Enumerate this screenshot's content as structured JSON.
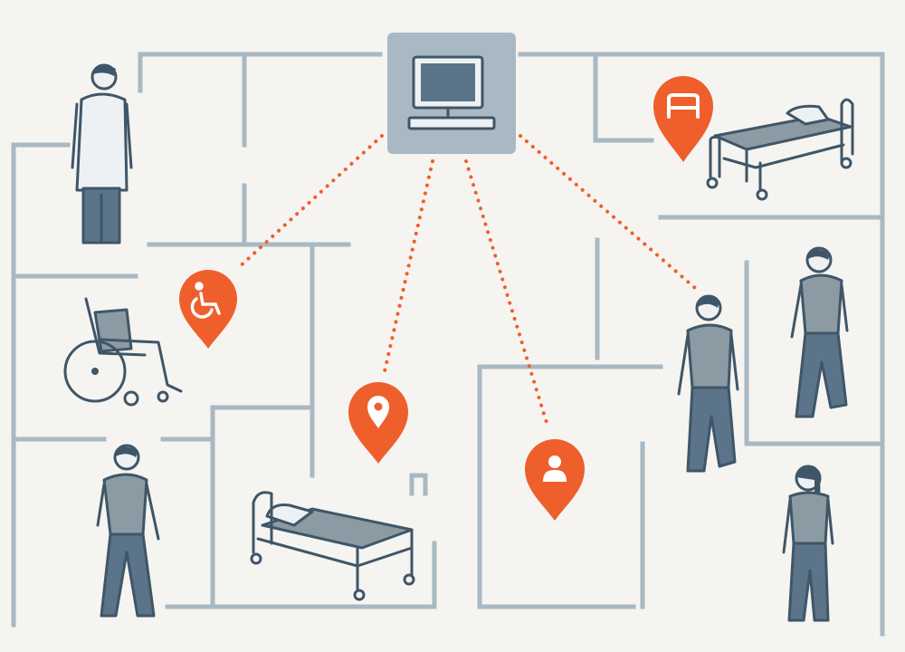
{
  "colors": {
    "background": "#f5f4f1",
    "walls": "#a9b9c3",
    "accent": "#ef5f2b",
    "outline": "#3f5668",
    "fill_gray": "#8c9aa4",
    "clothing_blue": "#5b7489"
  },
  "hub": {
    "icon": "computer-monitor-icon"
  },
  "pins": [
    {
      "icon": "wheelchair-icon"
    },
    {
      "icon": "location-icon"
    },
    {
      "icon": "person-icon"
    },
    {
      "icon": "bed-icon"
    }
  ],
  "figures": [
    "doctor",
    "wheelchair",
    "patient",
    "hospital-bed",
    "hospital-bed",
    "person",
    "person",
    "person"
  ]
}
